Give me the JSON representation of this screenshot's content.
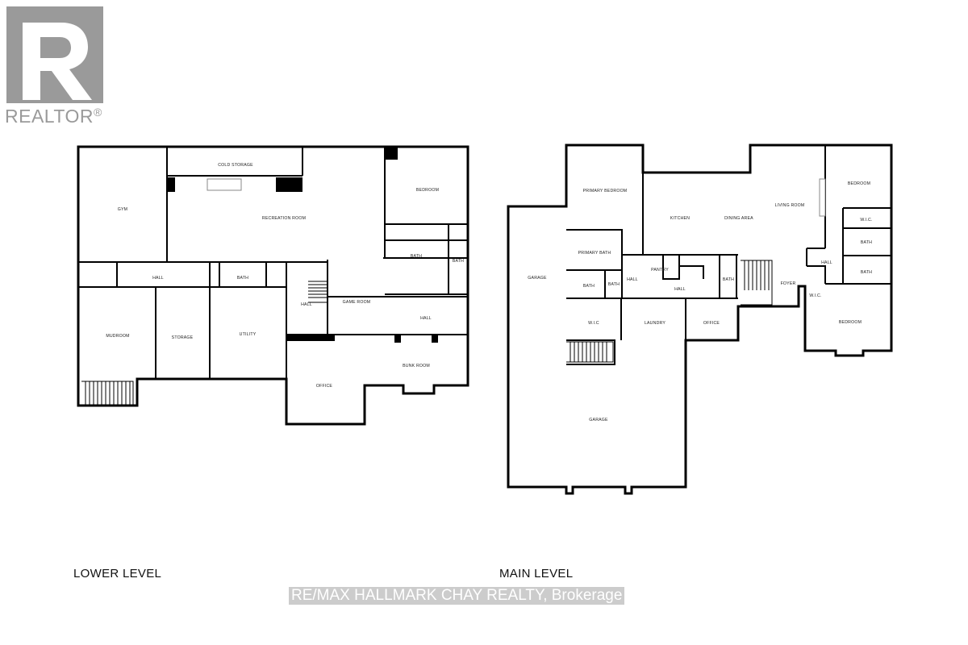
{
  "logo": {
    "text": "REALTOR",
    "mark": "®",
    "color": "#9a9a9a"
  },
  "levels": {
    "lower": "LOWER LEVEL",
    "main": "MAIN LEVEL"
  },
  "watermark": "RE/MAX HALLMARK CHAY REALTY, Brokerage",
  "lower_rooms": {
    "cold_storage": "COLD STORAGE",
    "gym": "GYM",
    "recreation_room": "RECREATION ROOM",
    "bedroom": "BEDROOM",
    "bath_1": "BATH",
    "bath_2": "BATH",
    "hall_1": "HALL",
    "bath_3": "BATH",
    "hall_2": "HALL",
    "game_room": "GAME ROOM",
    "hall_3": "HALL",
    "mudroom": "MUDROOM",
    "storage": "STORAGE",
    "utility": "UTILITY",
    "bunk_room": "BUNK ROOM",
    "office": "OFFICE"
  },
  "main_rooms": {
    "primary_bedroom": "PRIMARY BEDROOM",
    "kitchen": "KITCHEN",
    "dining_area": "DINING AREA",
    "living_room": "LIVING ROOM",
    "bedroom_1": "BEDROOM",
    "wic_1": "W.I.C.",
    "bath_1": "BATH",
    "bath_2": "BATH",
    "garage_1": "GARAGE",
    "primary_bath": "PRIMARY BATH",
    "bath_3": "BATH",
    "bath_4": "BATH",
    "hall_1": "HALL",
    "pantry": "PANTRY",
    "hall_2": "HALL",
    "bath_5": "BATH",
    "foyer": "FOYER",
    "hall_3": "HALL",
    "wic_2": "W.I.C.",
    "wic_3": "W.I.C",
    "laundry": "LAUNDRY",
    "office": "OFFICE",
    "bedroom_2": "BEDROOM",
    "garage_2": "GARAGE"
  }
}
